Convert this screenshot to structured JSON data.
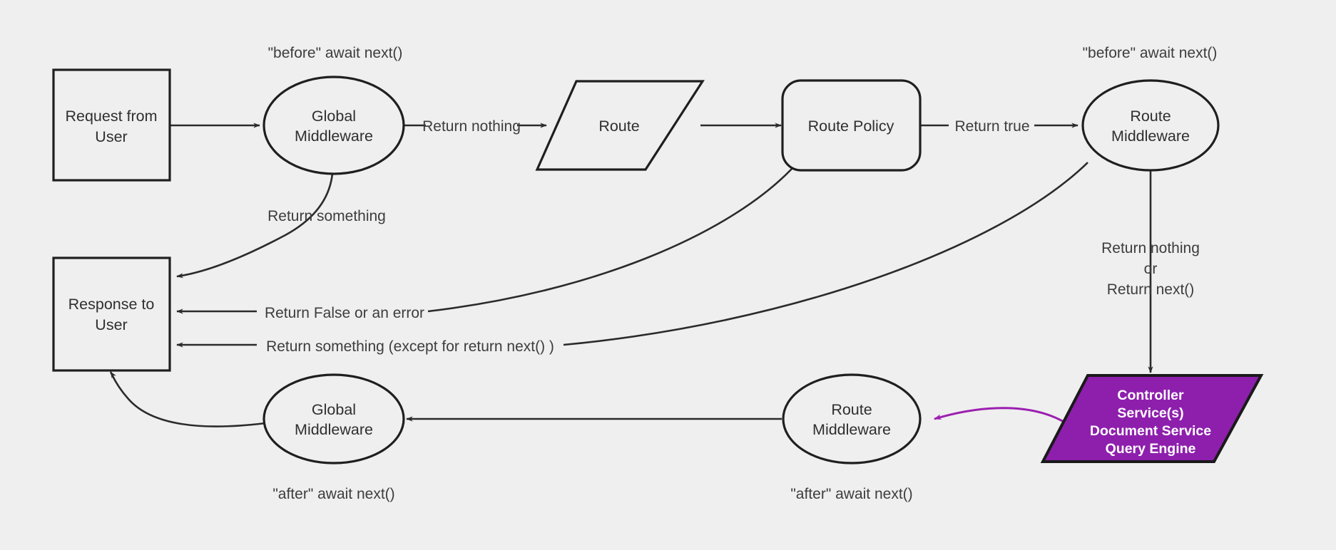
{
  "diagram": {
    "title": "Middleware request lifecycle flowchart",
    "background_color": "#efefef",
    "line_color": "#2b2b2b",
    "accent_color": "#8e1fad",
    "accent_text_color": "#ffffff",
    "nodes": {
      "request_from_user": {
        "line1": "Request from",
        "line2": "User",
        "shape": "rectangle"
      },
      "global_middleware_top": {
        "line1": "Global",
        "line2": "Middleware",
        "shape": "ellipse"
      },
      "route": {
        "line1": "Route",
        "shape": "parallelogram"
      },
      "route_policy": {
        "line1": "Route Policy",
        "shape": "rounded-rectangle"
      },
      "route_middleware_top": {
        "line1": "Route",
        "line2": "Middleware",
        "shape": "ellipse"
      },
      "controller_services": {
        "line1": "Controller",
        "line2": "Service(s)",
        "line3": "Document Service",
        "line4": "Query Engine",
        "shape": "parallelogram"
      },
      "route_middleware_bottom": {
        "line1": "Route",
        "line2": "Middleware",
        "shape": "ellipse"
      },
      "global_middleware_bottom": {
        "line1": "Global",
        "line2": "Middleware",
        "shape": "ellipse"
      },
      "response_to_user": {
        "line1": "Response to",
        "line2": "User",
        "shape": "rectangle"
      }
    },
    "captions": {
      "before_global": "\"before\" await next()",
      "before_route": "\"before\" await next()",
      "after_global": "\"after\" await next()",
      "after_route": "\"after\" await next()"
    },
    "edge_labels": {
      "return_nothing": "Return nothing",
      "return_something": "Return something",
      "return_true": "Return true",
      "return_false_or_error": "Return False or an error",
      "return_something_except_next": "Return something (except for return next() )",
      "return_nothing_or_next_line1": "Return nothing",
      "return_nothing_or_next_line2": "or",
      "return_nothing_or_next_line3": "Return next()"
    }
  }
}
